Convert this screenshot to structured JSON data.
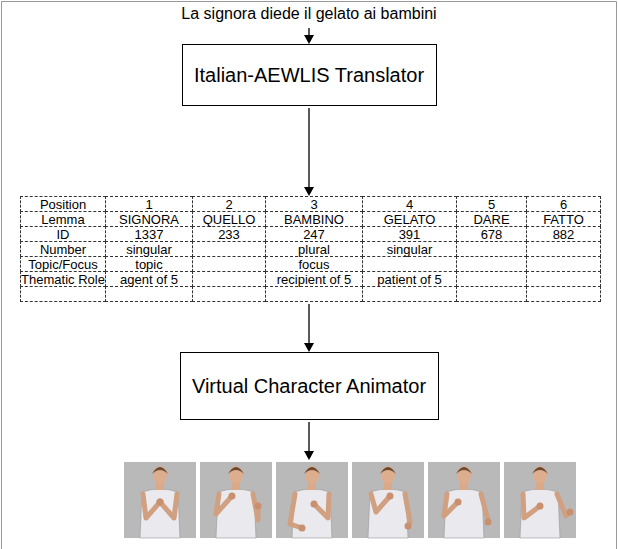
{
  "diagram": {
    "nodes": [
      {
        "text": [
          "La signora diede il gelato ai bambini"
        ]
      },
      {
        "text": [
          "Italian-AEWLIS Translator"
        ]
      },
      {
        "text": [
          "Position",
          "1",
          "2",
          "3",
          "4",
          "5",
          "6",
          "Lemma",
          "SIGNORA",
          "QUELLO",
          "BAMBINO",
          "GELATO",
          "DARE",
          "FATTO",
          "ID",
          "1337",
          "233",
          "247",
          "391",
          "678",
          "882",
          "Number",
          "singular",
          "plural",
          "singular",
          "Topic/Focus",
          "topic",
          "focus",
          "Thematic Role",
          "agent of 5",
          "recipient of 5",
          "patient of 5"
        ]
      },
      {
        "text": [
          "Virtual Character Animator"
        ]
      }
    ],
    "edges": [
      {
        "from": 0,
        "to": 1,
        "arrow": "to"
      },
      {
        "from": 1,
        "to": 2,
        "arrow": "to"
      },
      {
        "from": 2,
        "to": 3,
        "arrow": "to"
      }
    ]
  }
}
